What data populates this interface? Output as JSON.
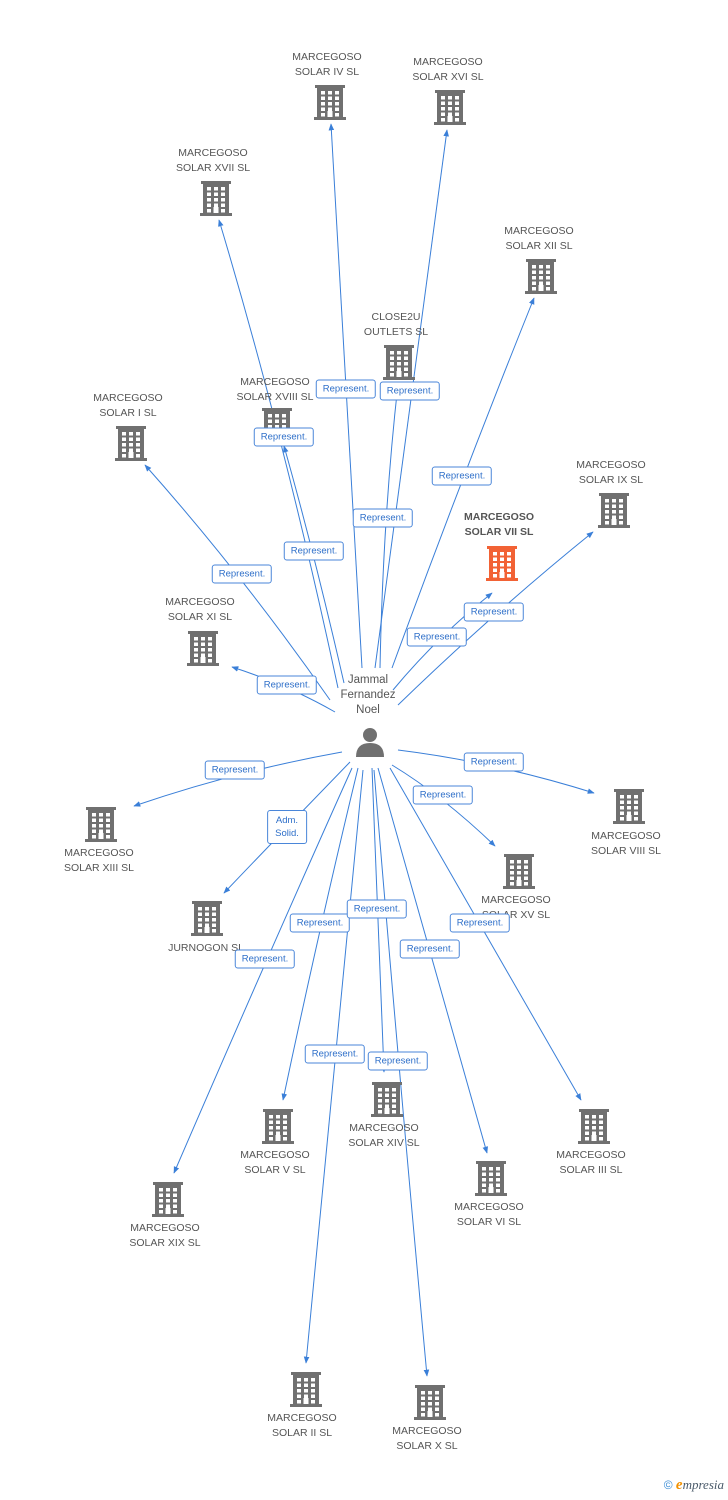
{
  "colors": {
    "edge": "#3a7fd8",
    "building": "#707070",
    "highlight": "#f26235",
    "person": "#707070",
    "label": "#555555"
  },
  "person": {
    "id": "person",
    "lines": [
      "Jammal",
      "Fernandez",
      "Noel"
    ]
  },
  "companies": [
    {
      "id": "s4",
      "lines": [
        "MARCEGOSO",
        "SOLAR IV SL"
      ]
    },
    {
      "id": "s16",
      "lines": [
        "MARCEGOSO",
        "SOLAR XVI SL"
      ]
    },
    {
      "id": "s17",
      "lines": [
        "MARCEGOSO",
        "SOLAR XVII SL"
      ]
    },
    {
      "id": "s12",
      "lines": [
        "MARCEGOSO",
        "SOLAR XII SL"
      ]
    },
    {
      "id": "close2u",
      "lines": [
        "CLOSE2U",
        "OUTLETS SL"
      ]
    },
    {
      "id": "s18",
      "lines": [
        "MARCEGOSO",
        "SOLAR XVIII SL"
      ]
    },
    {
      "id": "s1",
      "lines": [
        "MARCEGOSO",
        "SOLAR I SL"
      ]
    },
    {
      "id": "s9",
      "lines": [
        "MARCEGOSO",
        "SOLAR IX SL"
      ]
    },
    {
      "id": "s7",
      "lines": [
        "MARCEGOSO",
        "SOLAR VII SL"
      ],
      "highlight": true
    },
    {
      "id": "s11",
      "lines": [
        "MARCEGOSO",
        "SOLAR XI SL"
      ]
    },
    {
      "id": "s13",
      "lines": [
        "MARCEGOSO",
        "SOLAR XIII SL"
      ]
    },
    {
      "id": "s8",
      "lines": [
        "MARCEGOSO",
        "SOLAR VIII SL"
      ]
    },
    {
      "id": "s15",
      "lines": [
        "MARCEGOSO",
        "SOLAR XV SL"
      ]
    },
    {
      "id": "jurnogon",
      "lines": [
        "JURNOGON  SL"
      ]
    },
    {
      "id": "s5",
      "lines": [
        "MARCEGOSO",
        "SOLAR V SL"
      ]
    },
    {
      "id": "s14",
      "lines": [
        "MARCEGOSO",
        "SOLAR XIV SL"
      ]
    },
    {
      "id": "s3",
      "lines": [
        "MARCEGOSO",
        "SOLAR III SL"
      ]
    },
    {
      "id": "s6",
      "lines": [
        "MARCEGOSO",
        "SOLAR VI SL"
      ]
    },
    {
      "id": "s19",
      "lines": [
        "MARCEGOSO",
        "SOLAR XIX SL"
      ]
    },
    {
      "id": "s2",
      "lines": [
        "MARCEGOSO",
        "SOLAR II SL"
      ]
    },
    {
      "id": "s10",
      "lines": [
        "MARCEGOSO",
        "SOLAR X SL"
      ]
    }
  ],
  "edges": [
    {
      "to": "s4",
      "label": "Represent."
    },
    {
      "to": "s16",
      "label": "Represent."
    },
    {
      "to": "s17",
      "label": "Represent."
    },
    {
      "to": "s12",
      "label": "Represent."
    },
    {
      "to": "close2u",
      "label": "Represent."
    },
    {
      "to": "s18",
      "label": "Represent."
    },
    {
      "to": "s1",
      "label": "Represent."
    },
    {
      "to": "s9",
      "label": "Represent."
    },
    {
      "to": "s7",
      "label": "Represent."
    },
    {
      "to": "s11",
      "label": "Represent."
    },
    {
      "to": "s13",
      "label": "Represent."
    },
    {
      "to": "s8",
      "label": "Represent."
    },
    {
      "to": "s15",
      "label": "Represent."
    },
    {
      "to": "jurnogon",
      "label_lines": [
        "Adm.",
        "Solid."
      ]
    },
    {
      "to": "s5",
      "label": "Represent."
    },
    {
      "to": "s14",
      "label": "Represent."
    },
    {
      "to": "s3",
      "label": "Represent."
    },
    {
      "to": "s6",
      "label": "Represent."
    },
    {
      "to": "s19",
      "label": "Represent."
    },
    {
      "to": "s2",
      "label": "Represent."
    },
    {
      "to": "s10",
      "label": "Represent."
    }
  ],
  "footer": {
    "symbol": "©",
    "brand_initial": "e",
    "brand_rest": "mpresia"
  }
}
